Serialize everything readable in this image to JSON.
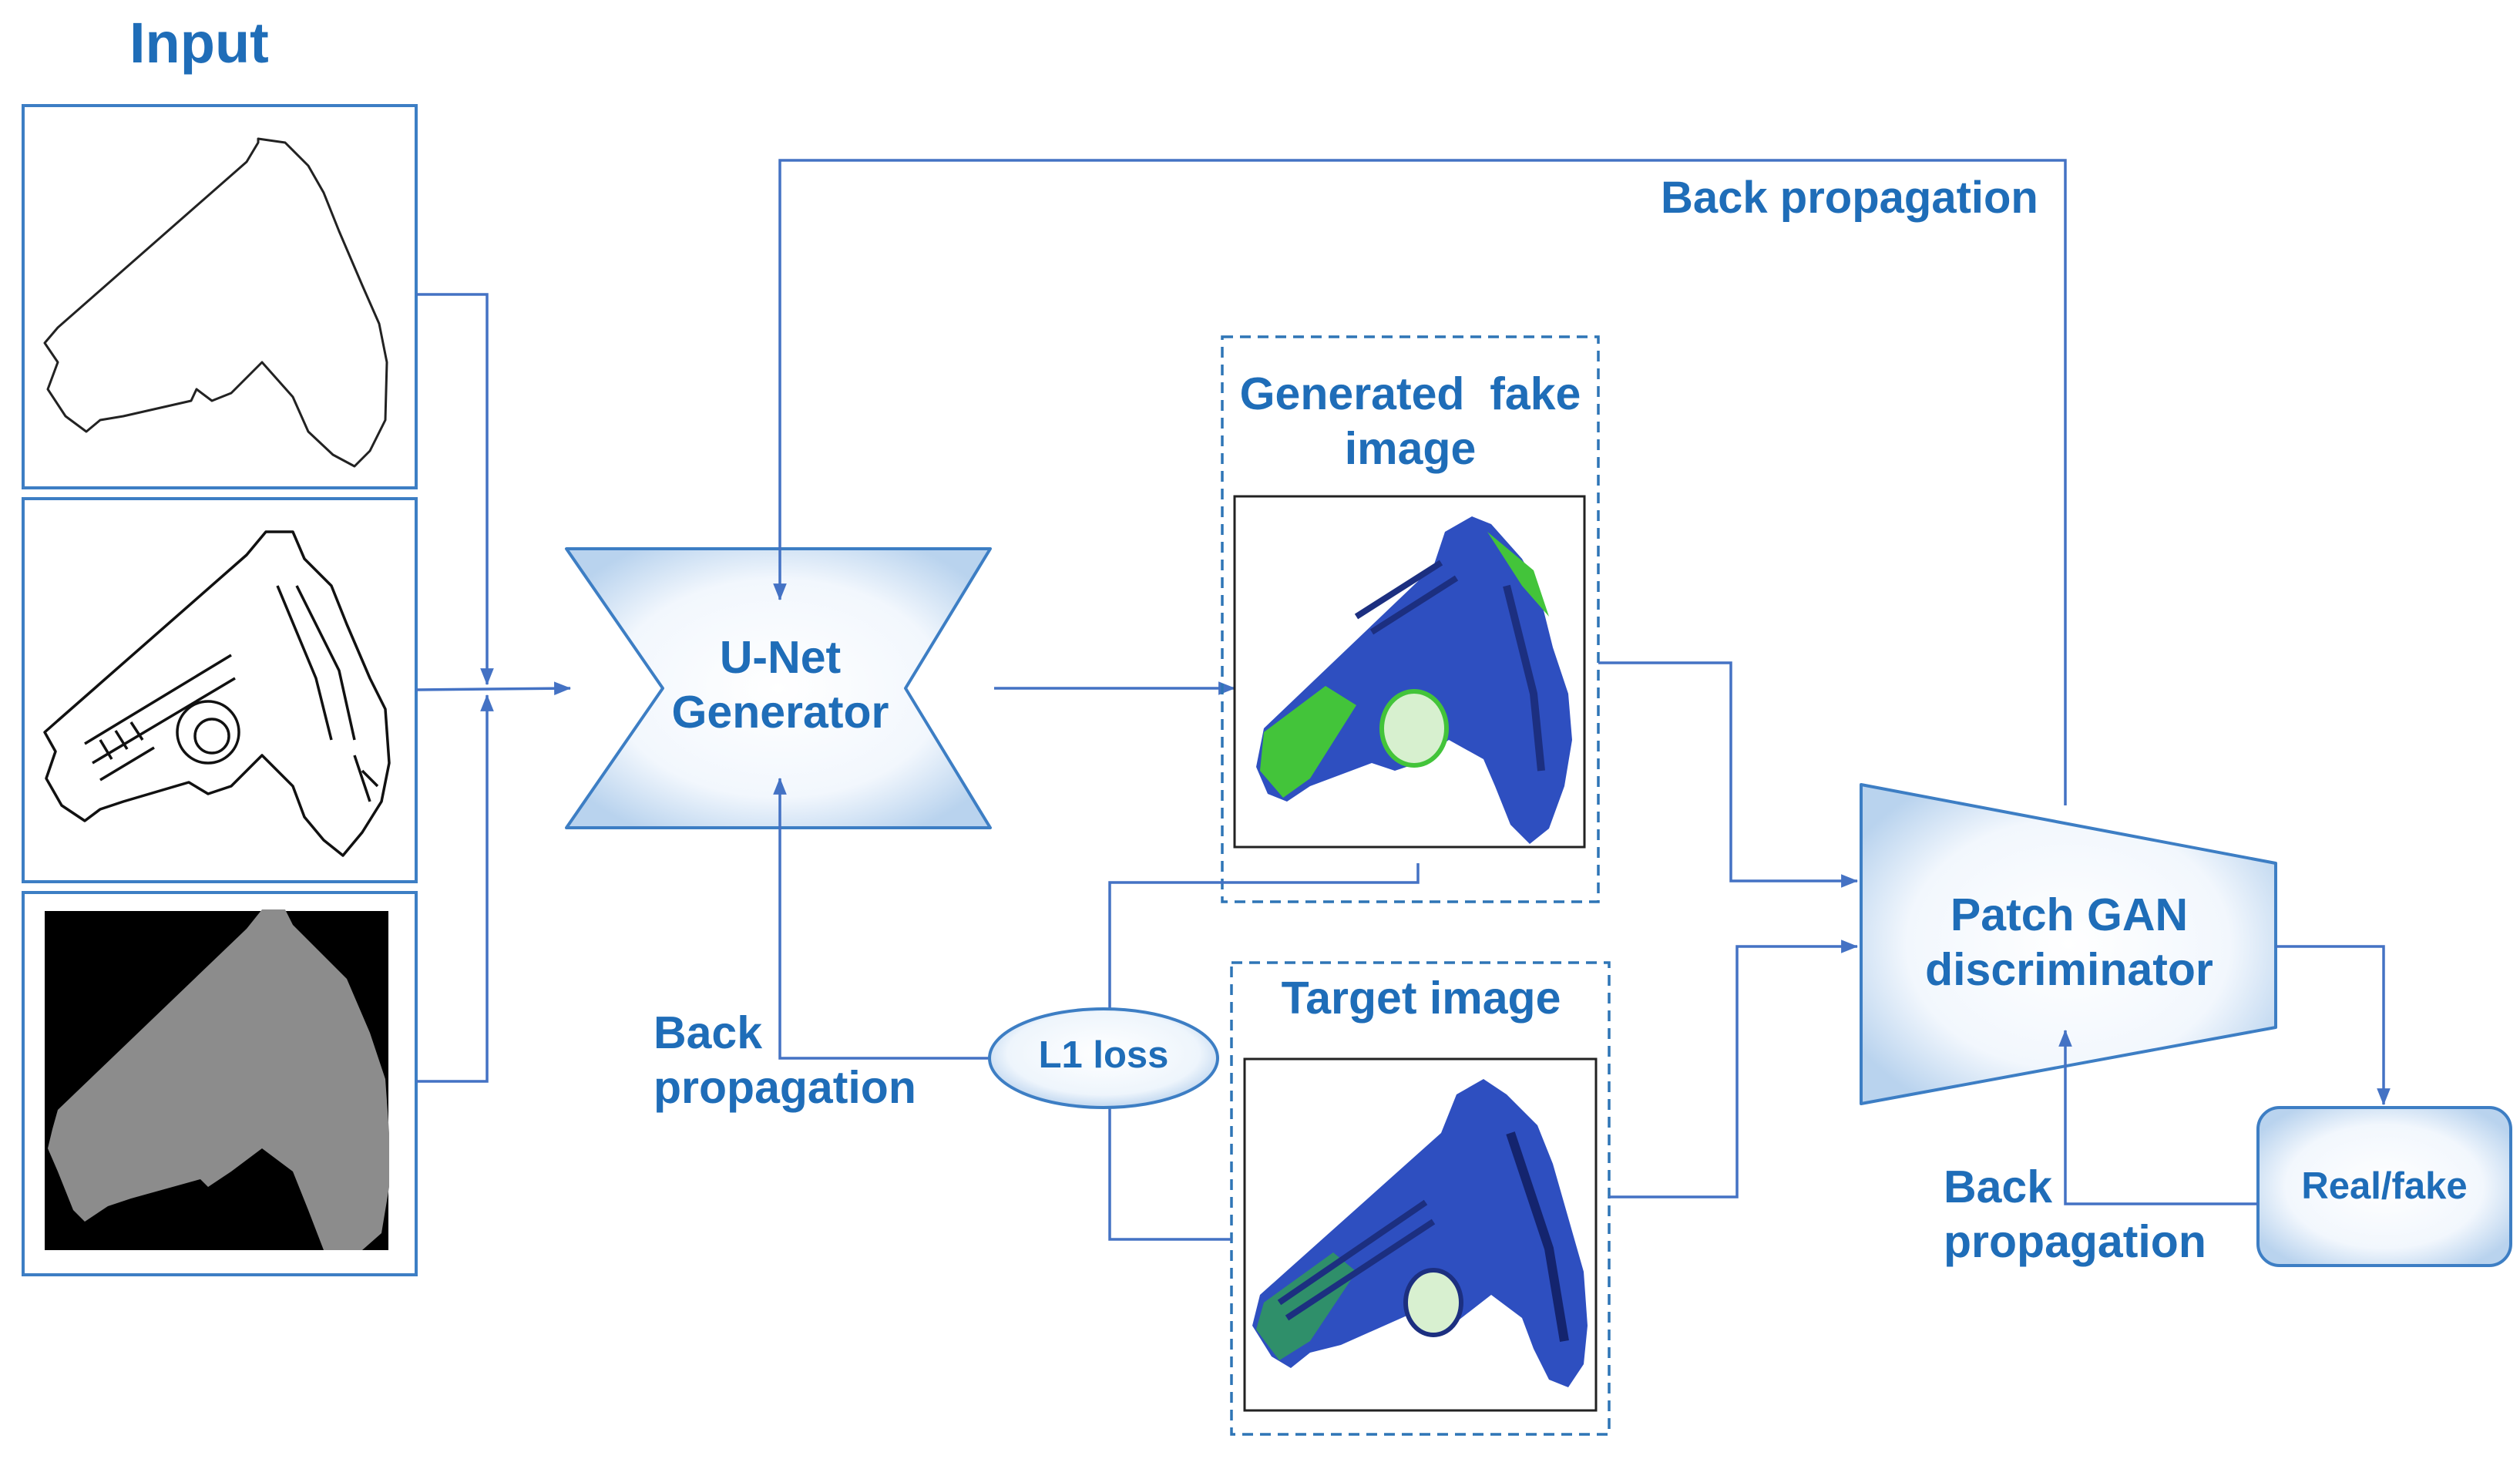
{
  "labels": {
    "input": "Input",
    "back_prop_top": "Back propagation",
    "generated": [
      "Generated  fake",
      "image"
    ],
    "generator": [
      "U-Net",
      "Generator"
    ],
    "target": "Target image",
    "l1_loss": "L1 loss",
    "back_prop_left": [
      "Back",
      "propagation"
    ],
    "discriminator": [
      "Patch GAN",
      "discriminator"
    ],
    "back_prop_right": [
      "Back",
      "propagation"
    ],
    "real_fake": "Real/fake"
  },
  "colors": {
    "text": "#1f6db8",
    "arrow": "#4472c4",
    "node_border": "#3d7ec4",
    "node_fill_light": "#ffffff",
    "node_fill_dark": "#c7dcf2",
    "dashed": "#2e75b6",
    "gun_blue": "#2e4fc0",
    "gun_green": "#43c43a",
    "mask_gray": "#8c8c8c",
    "mask_bg": "#000000"
  }
}
